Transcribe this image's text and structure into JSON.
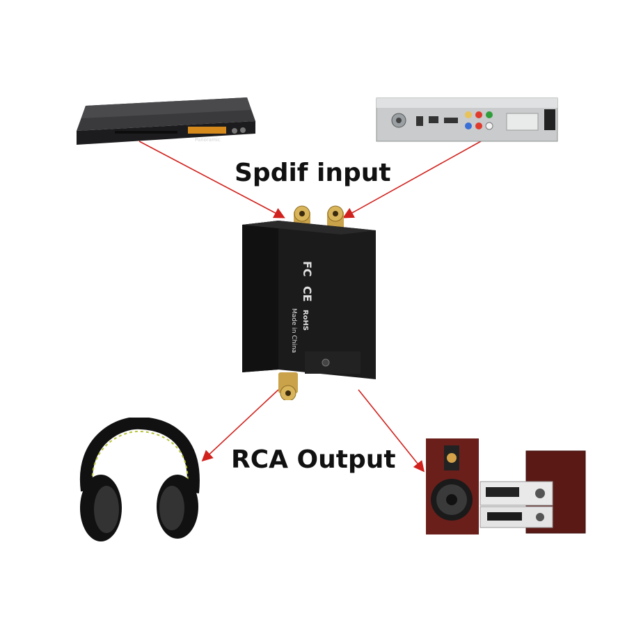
{
  "labels": {
    "input": "Spdif input",
    "output": "RCA Output"
  },
  "converter": {
    "made_in": "Made in China",
    "marks": [
      "FC",
      "CE",
      "RoHS"
    ]
  },
  "devices": {
    "dvd_player": {
      "brand": "Panoramic"
    },
    "set_top_box": {},
    "headphones": {},
    "hifi_speakers": {}
  },
  "colors": {
    "arrow": "#d0211c",
    "converter_body": "#1b1b1b",
    "rca_gold": "#c9a24a",
    "speaker_wood": "#6b1f1a"
  }
}
